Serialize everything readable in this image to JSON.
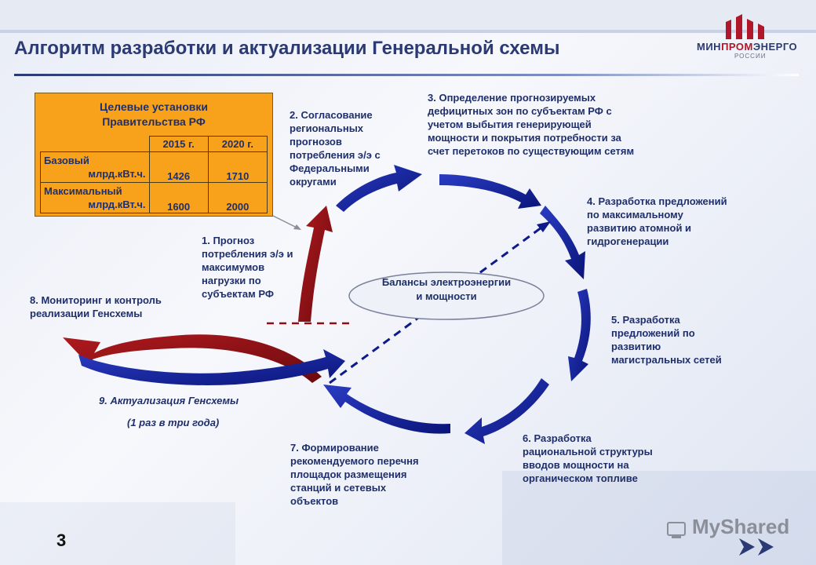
{
  "header": {
    "title": "Алгоритм разработки и актуализации Генеральной схемы",
    "logo_prefix": "МИН",
    "logo_accent": "ПРОМ",
    "logo_suffix": "ЭНЕРГО",
    "logo_sub": "РОССИИ"
  },
  "targets": {
    "title_line1": "Целевые установки",
    "title_line2": "Правительства РФ",
    "col1": "2015 г.",
    "col2": "2020 г.",
    "rows": [
      {
        "name1": "Базовый",
        "name2": "млрд.кВт.ч.",
        "v2015": "1426",
        "v2020": "1710"
      },
      {
        "name1": "Максимальный",
        "name2": "млрд.кВт.ч.",
        "v2015": "1600",
        "v2020": "2000"
      }
    ]
  },
  "steps": {
    "s1": [
      "1. Прогноз",
      "потребления э/э и",
      "максимумов",
      "нагрузки по",
      "субъектам РФ"
    ],
    "s2": [
      "2. Согласование",
      "региональных",
      "прогнозов",
      "потребления э/э с",
      "Федеральными",
      "округами"
    ],
    "s3": [
      "3. Определение прогнозируемых",
      "дефицитных  зон по субъектам РФ с",
      "учетом выбытия генерирующей",
      "мощности и покрытия потребности за",
      "счет перетоков по существующим сетям"
    ],
    "s4": [
      "4. Разработка предложений",
      "по максимальному",
      "развитию атомной и",
      "гидрогенерации"
    ],
    "s5": [
      "5. Разработка",
      "предложений по",
      "развитию",
      "магистральных сетей"
    ],
    "s6": [
      "6. Разработка",
      "рациональной структуры",
      "вводов мощности на",
      "органическом топливе"
    ],
    "s7": [
      "7.  Формирование",
      "рекомендуемого перечня",
      "площадок размещения",
      "станций и сетевых",
      "объектов"
    ],
    "s8": [
      "8. Мониторинг и контроль",
      "реализации Генсхемы"
    ],
    "s9": "9. Актуализация Генсхемы",
    "s9_note": "(1 раз в три года)"
  },
  "balance": [
    "Балансы электроэнергии",
    "и  мощности"
  ],
  "page_number": "3",
  "watermark": "MyShared",
  "colors": {
    "arrow_blue": "#0d1a8c",
    "arrow_red": "#8c0f14",
    "box_orange": "#f7a21a",
    "title_navy": "#2b3a74"
  }
}
